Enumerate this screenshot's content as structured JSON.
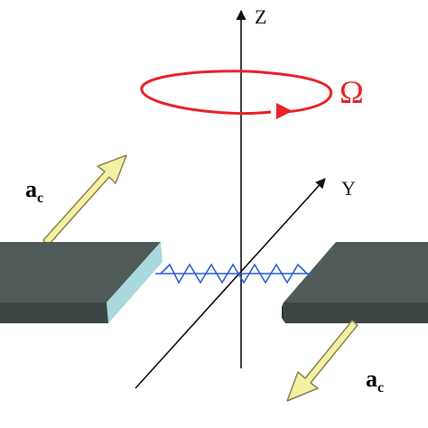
{
  "axes": {
    "z_label": "Z",
    "y_label": "Y"
  },
  "rotation": {
    "label": "Ω",
    "color": "#e8232b"
  },
  "acceleration": {
    "main": "a",
    "sub": "c",
    "arrow_fill": "#f4f0a4",
    "arrow_stroke": "#8a8450"
  },
  "plates": {
    "top_color": "#4f5a59",
    "side_color": "#3b4544",
    "edge_color": "#a9d9dc"
  },
  "spring": {
    "color": "#2a5fd6"
  }
}
